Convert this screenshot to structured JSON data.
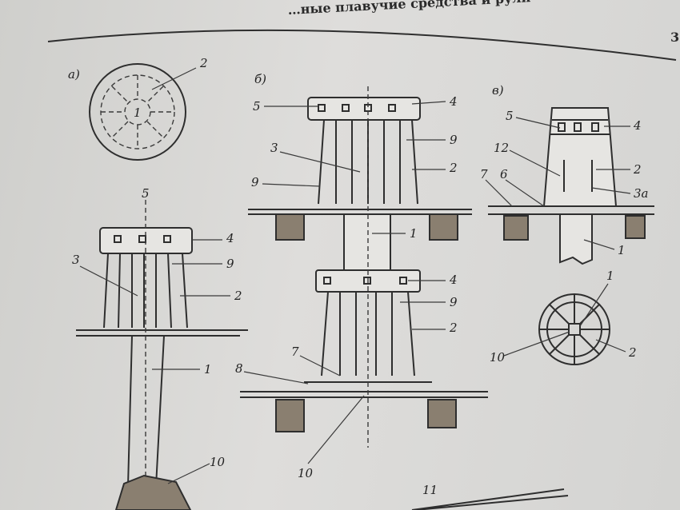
{
  "header": {
    "running_title": "…ные плавучие средства и рули",
    "page_number": "3"
  },
  "figure_a": {
    "panel": "а)",
    "labels": [
      "2",
      "1",
      "5",
      "4",
      "9",
      "3",
      "2",
      "1",
      "10"
    ]
  },
  "figure_b": {
    "panel": "б)",
    "labels": [
      "5",
      "4",
      "9",
      "3",
      "2",
      "9",
      "1",
      "4",
      "9",
      "2",
      "7",
      "8",
      "10"
    ]
  },
  "figure_c": {
    "panel": "в)",
    "labels": [
      "5",
      "4",
      "12",
      "2",
      "3а",
      "7",
      "6",
      "1",
      "1",
      "10",
      "2"
    ]
  },
  "extra_label": "11"
}
